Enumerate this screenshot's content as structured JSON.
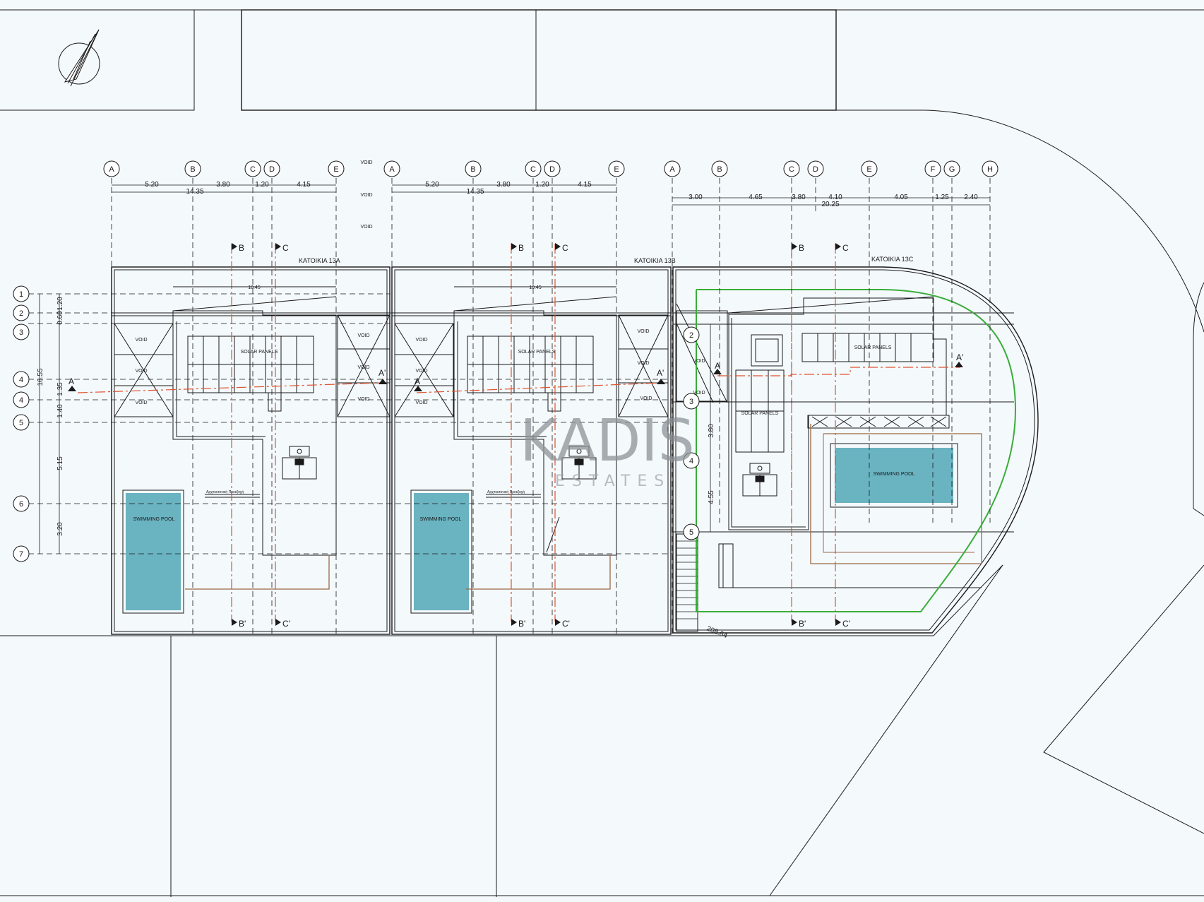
{
  "drawing": {
    "house_labels": [
      "KATOIKIA 13A",
      "KATOIKIA 13B",
      "KATOIKIA 13C"
    ],
    "void_label": "VOID",
    "solar_label": "SOLAR PANELS",
    "pool_label": "SWIMMING POOL",
    "small_note": "Αρχιτεκτονική Προεξοχή",
    "plot_dimension": "208.64",
    "grid_letters_ab": [
      "A",
      "B",
      "C",
      "D",
      "E"
    ],
    "grid_letters_c": [
      "A",
      "B",
      "C",
      "D",
      "E",
      "F",
      "G",
      "H"
    ],
    "grid_numbers_left": [
      "1",
      "2",
      "3",
      "4",
      "4",
      "5",
      "6",
      "7"
    ],
    "grid_numbers_c": [
      "2",
      "3",
      "4",
      "5"
    ],
    "dims_top_ab": [
      "5.20",
      "3.80",
      "1.20",
      "4.15"
    ],
    "dim_total_ab": "14.35",
    "dims_top_c": [
      "3.00",
      "4.65",
      "3.80",
      "4.10",
      "4.05",
      "1.25",
      "2.40"
    ],
    "dim_total_c": "20.25",
    "dim_inner": "10.45",
    "dims_left": [
      "1.20",
      "0.60",
      "1.35",
      "1.40",
      "5.15",
      "3.20"
    ],
    "dim_left_total": "16.55",
    "dims_c_vertical": [
      "3.80",
      "4.55"
    ],
    "section_labels": {
      "b": "B",
      "c": "C",
      "b_prime": "B'",
      "c_prime": "C'",
      "a": "A",
      "a_prime": "A'"
    },
    "watermark": "KADIS",
    "watermark_sub": "ESTATES",
    "colors": {
      "line": "#1a1a1a",
      "section_line": "#e0522e",
      "pool": "#6ab3c1",
      "pergola": "#9a6846",
      "boundary": "#3aad3a"
    }
  }
}
